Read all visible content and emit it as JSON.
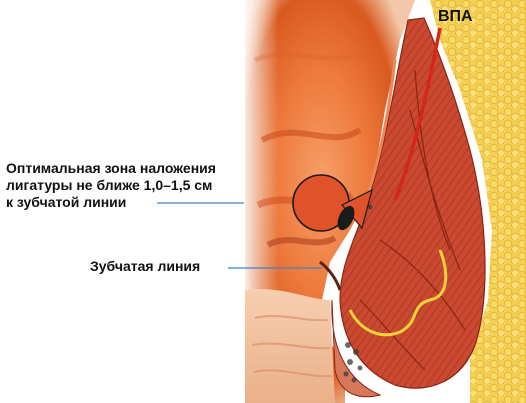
{
  "labels": {
    "vpa": "ВПА",
    "zone_line1": "Оптимальная зона наложения",
    "zone_line2": "лигатуры не ближе 1,0–1,5 см",
    "zone_line3": "к зубчатой линии",
    "dentate": "Зубчатая линия"
  },
  "colors": {
    "mucosa": "#e86a2a",
    "muscle": "#c0392b",
    "fat": "#f2c440",
    "nerve": "#f3d23a",
    "leader": "#3a86c8",
    "ligature_zone": "#e0522a",
    "clamp": "#1b1b1b"
  }
}
